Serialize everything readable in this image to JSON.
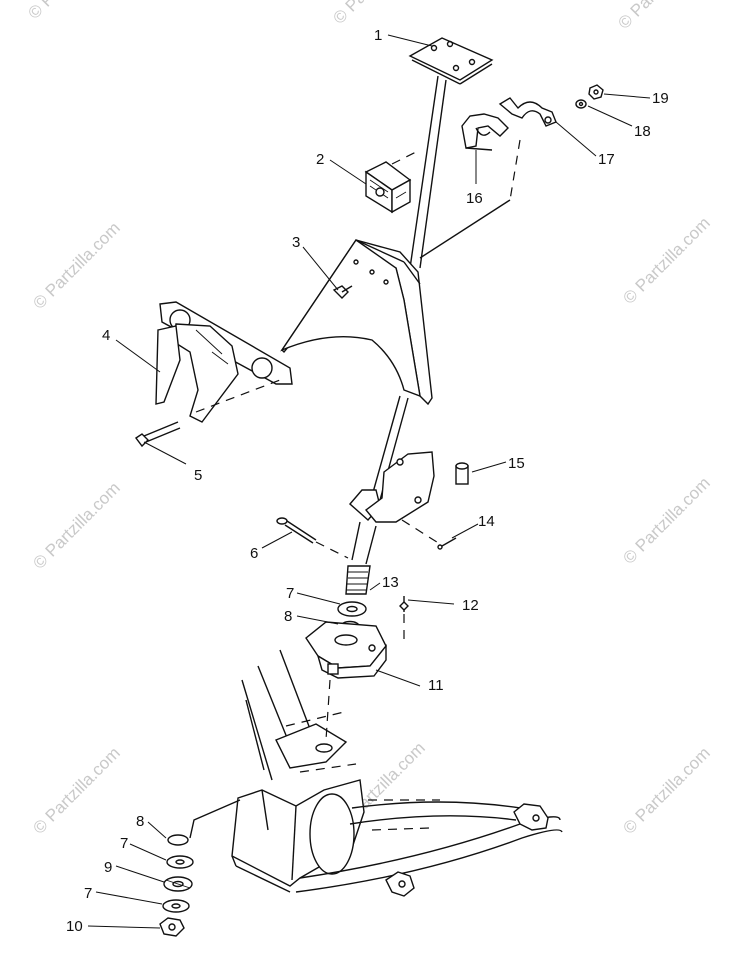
{
  "watermark": "© Partzilla.com",
  "callouts": {
    "c1": "1",
    "c2": "2",
    "c3": "3",
    "c4": "4",
    "c5": "5",
    "c6": "6",
    "c7a": "7",
    "c7b": "7",
    "c7c": "7",
    "c8a": "8",
    "c8b": "8",
    "c9": "9",
    "c10": "10",
    "c11": "11",
    "c12": "12",
    "c13": "13",
    "c14": "14",
    "c15": "15",
    "c16": "16",
    "c17": "17",
    "c18": "18",
    "c19": "19"
  }
}
